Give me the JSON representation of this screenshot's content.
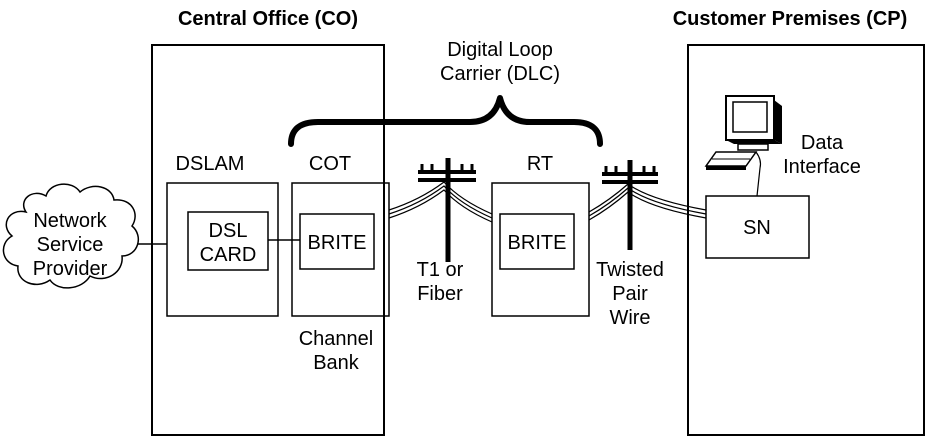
{
  "headers": {
    "central_office": "Central Office (CO)",
    "customer_premises": "Customer Premises (CP)"
  },
  "dlc": {
    "line1": "Digital Loop",
    "line2": "Carrier (DLC)"
  },
  "nodes": {
    "network_provider": [
      "Network",
      "Service",
      "Provider"
    ],
    "dslam": "DSLAM",
    "dsl_card": [
      "DSL",
      "CARD"
    ],
    "cot": "COT",
    "brite_cot": "BRITE",
    "channel_bank": [
      "Channel",
      "Bank"
    ],
    "rt": "RT",
    "brite_rt": "BRITE",
    "sn": "SN",
    "data_interface": [
      "Data",
      "Interface"
    ]
  },
  "links": {
    "t1_fiber": [
      "T1 or",
      "Fiber"
    ],
    "twisted_pair": [
      "Twisted",
      "Pair",
      "Wire"
    ]
  },
  "icons": [
    "cloud-icon",
    "utility-pole-icon",
    "computer-icon"
  ]
}
